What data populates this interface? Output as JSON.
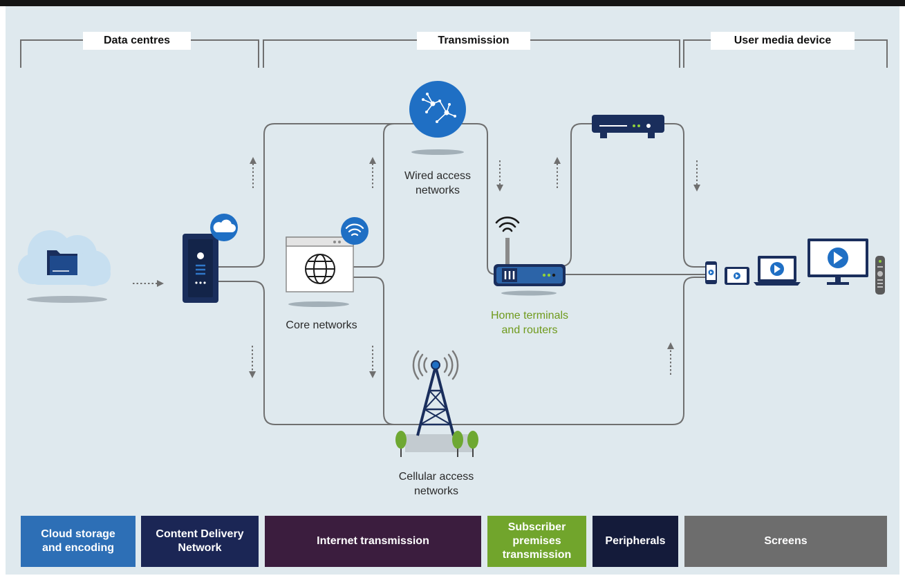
{
  "sections": {
    "data_centres": "Data centres",
    "transmission": "Transmission",
    "user_media_device": "User media device"
  },
  "nodes": {
    "wired_access": [
      "Wired access",
      "networks"
    ],
    "core_networks": "Core networks",
    "home_terminals": [
      "Home terminals",
      "and routers"
    ],
    "cellular_access": [
      "Cellular access",
      "networks"
    ]
  },
  "categories": [
    {
      "label": [
        "Cloud storage",
        "and encoding"
      ],
      "color": "#2d6fb6"
    },
    {
      "label": [
        "Content Delivery",
        "Network"
      ],
      "color": "#1b2655"
    },
    {
      "label": [
        "Internet transmission"
      ],
      "color": "#3b1d3e"
    },
    {
      "label": [
        "Subscriber",
        "premises",
        "transmission"
      ],
      "color": "#71a52c"
    },
    {
      "label": [
        "Peripherals"
      ],
      "color": "#141b3a"
    },
    {
      "label": [
        "Screens"
      ],
      "color": "#6d6d6d"
    }
  ],
  "colors": {
    "line": "#6f6f6f",
    "navy": "#1a2e5c",
    "blue": "#1f6fc4",
    "green": "#7ab32e"
  }
}
